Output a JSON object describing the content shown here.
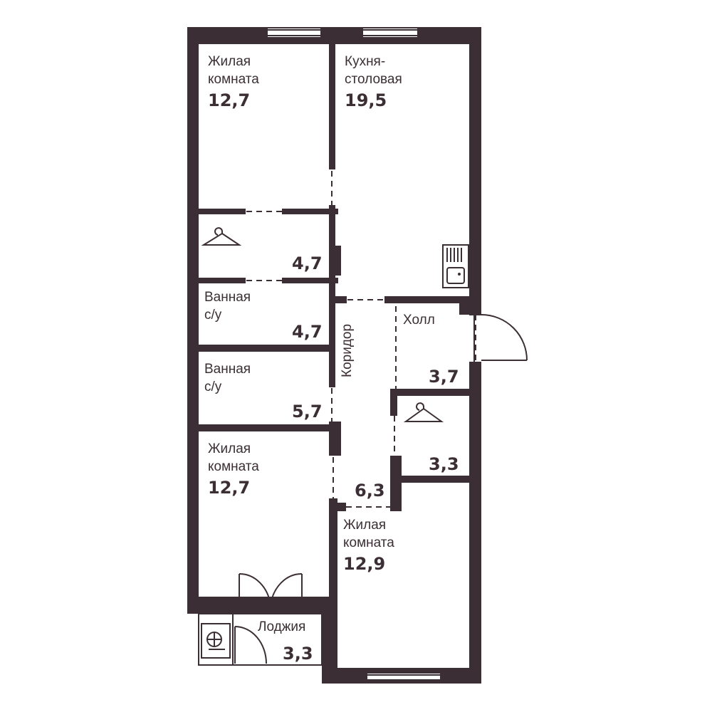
{
  "rooms": [
    {
      "id": "living-room-1",
      "label_lines": [
        "Жилая",
        "комната"
      ],
      "area": "12,7"
    },
    {
      "id": "kitchen-dining",
      "label_lines": [
        "Кухня-",
        "столовая"
      ],
      "area": "19,5"
    },
    {
      "id": "wardrobe-1",
      "label_lines": [],
      "area": "4,7",
      "icon": "hanger-icon"
    },
    {
      "id": "bathroom-1",
      "label_lines": [
        "Ванная",
        "с/у"
      ],
      "area": "4,7"
    },
    {
      "id": "hall",
      "label_lines": [
        "Холл"
      ],
      "area": "3,7"
    },
    {
      "id": "bathroom-2",
      "label_lines": [
        "Ванная",
        "с/у"
      ],
      "area": "5,7"
    },
    {
      "id": "corridor",
      "label_lines": [
        "Коридор"
      ],
      "area": "6,3"
    },
    {
      "id": "wardrobe-2",
      "label_lines": [],
      "area": "3,3",
      "icon": "hanger-icon"
    },
    {
      "id": "living-room-2",
      "label_lines": [
        "Жилая",
        "комната"
      ],
      "area": "12,7"
    },
    {
      "id": "living-room-3",
      "label_lines": [
        "Жилая",
        "комната"
      ],
      "area": "12,9"
    },
    {
      "id": "loggia",
      "label_lines": [
        "Лоджия"
      ],
      "area": "3,3"
    }
  ],
  "icons": [
    "hanger-icon",
    "sink-icon",
    "air-conditioner-icon",
    "door-swing-icon",
    "window-icon"
  ],
  "colors": {
    "wall": "#3b2f35",
    "background": "#ffffff"
  }
}
